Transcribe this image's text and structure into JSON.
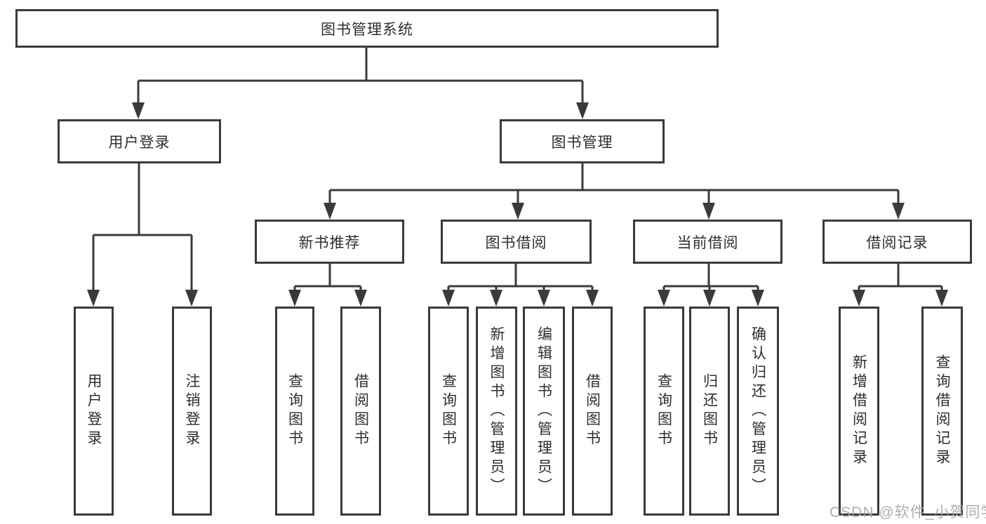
{
  "colors": {
    "line": "#3a3a3a",
    "text": "#2e2e2e",
    "box_background": "#ffffff",
    "watermark": "#a5a5a5",
    "background": "#ffffff"
  },
  "diagram": {
    "root": {
      "label": "图书管理系统"
    },
    "level2": [
      {
        "label": "用户登录"
      },
      {
        "label": "图书管理"
      }
    ],
    "level3": [
      {
        "label": "新书推荐"
      },
      {
        "label": "图书借阅"
      },
      {
        "label": "当前借阅"
      },
      {
        "label": "借阅记录"
      }
    ],
    "leaves": {
      "user_login": [
        {
          "label": "用户登录"
        },
        {
          "label": "注销登录"
        }
      ],
      "new_book": [
        {
          "label": "查询图书"
        },
        {
          "label": "借阅图书"
        }
      ],
      "book_borrow": [
        {
          "label": "查询图书"
        },
        {
          "label": "新增图书（管理员）"
        },
        {
          "label": "编辑图书（管理员）"
        },
        {
          "label": "借阅图书"
        }
      ],
      "current_borrow": [
        {
          "label": "查询图书"
        },
        {
          "label": "归还图书"
        },
        {
          "label": "确认归还（管理员）"
        }
      ],
      "borrow_records": [
        {
          "label": "新增借阅记录"
        },
        {
          "label": "查询借阅记录"
        }
      ]
    }
  },
  "watermark": {
    "text": "CSDN @软件_小贺同学"
  }
}
